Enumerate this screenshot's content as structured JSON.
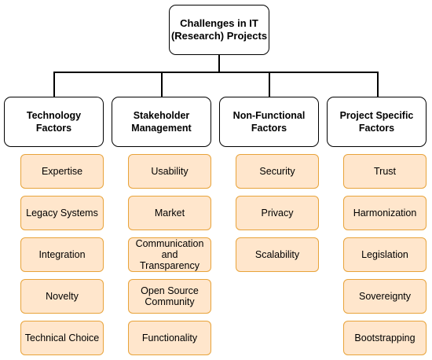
{
  "root": {
    "label": "Challenges in IT (Research) Projects"
  },
  "categories": [
    {
      "label": "Technology Factors",
      "items": [
        "Expertise",
        "Legacy Systems",
        "Integration",
        "Novelty",
        "Technical Choice"
      ]
    },
    {
      "label": "Stakeholder Management",
      "items": [
        "Usability",
        "Market",
        "Communication and Transparency",
        "Open Source Community",
        "Functionality"
      ]
    },
    {
      "label": "Non-Functional Factors",
      "items": [
        "Security",
        "Privacy",
        "Scalability"
      ]
    },
    {
      "label": "Project Specific Factors",
      "items": [
        "Trust",
        "Harmonization",
        "Legislation",
        "Sovereignty",
        "Bootstrapping"
      ]
    }
  ],
  "colors": {
    "item_fill": "#ffe6cc",
    "item_border": "#e8a33a",
    "box_border": "#000000"
  }
}
